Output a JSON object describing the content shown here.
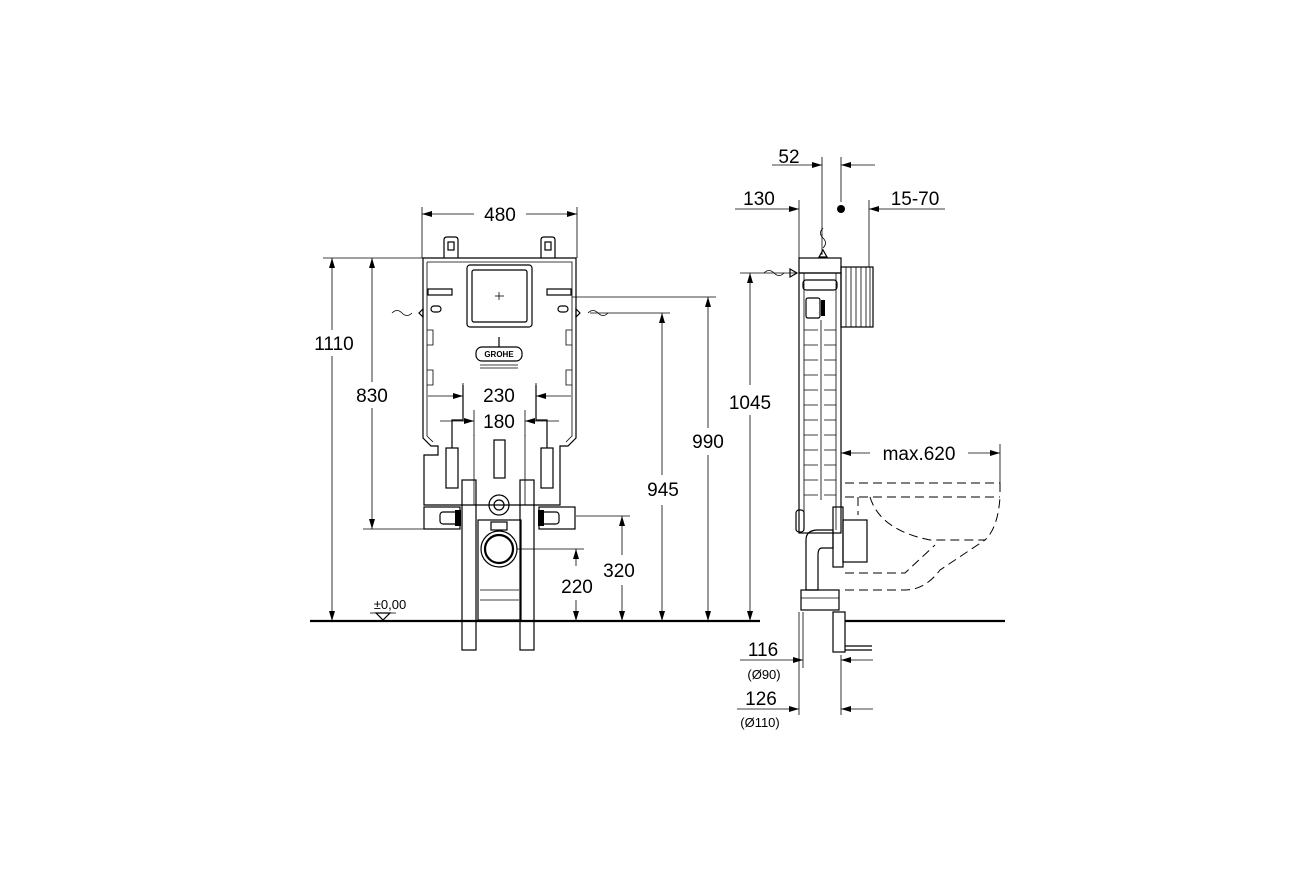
{
  "front_view": {
    "width_total": "480",
    "height_frame": "1110",
    "height_fixing": "830",
    "spacing_outer": "230",
    "spacing_inner": "180",
    "height_945": "945",
    "height_990": "990",
    "height_320": "320",
    "height_220": "220",
    "floor_level": "±0,00",
    "logo": "GROHE"
  },
  "side_view": {
    "depth_52": "52",
    "depth_130": "130",
    "range_15_70": "15-70",
    "height_1045": "1045",
    "max_length": "max.620",
    "offset_116": "116",
    "diameter_90": "(Ø90)",
    "offset_126": "126",
    "diameter_110": "(Ø110)"
  }
}
